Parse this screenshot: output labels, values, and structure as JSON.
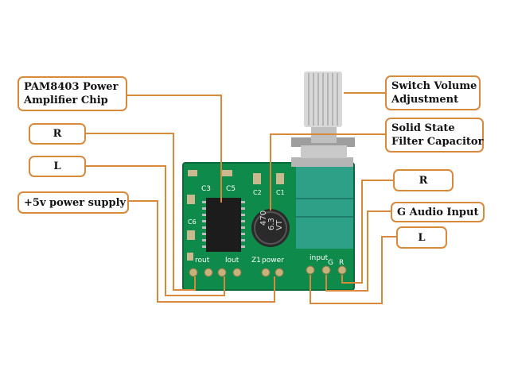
{
  "colors": {
    "callout_border": "#d9893b",
    "leader_line": "#d9893b",
    "pcb": "#0e8a4a",
    "pcb_silkscreen": "#ffffff",
    "potentiometer_body": "#2fa088",
    "capacitor": "#2a2a2a"
  },
  "callouts": {
    "chip": {
      "line1": "PAM8403 Power",
      "line2": "Amplifier Chip"
    },
    "r_left": {
      "label": "R"
    },
    "l_left": {
      "label": "L"
    },
    "power": {
      "label": "+5v power supply"
    },
    "volume": {
      "line1": "Switch Volume",
      "line2": "Adjustment"
    },
    "capacitor": {
      "line1": "Solid State",
      "line2": "Filter Capacitor"
    },
    "r_right": {
      "label": "R"
    },
    "audio_input": {
      "label": "G Audio Input"
    },
    "l_right": {
      "label": "L"
    }
  },
  "board_silkscreen": {
    "rout": "rout",
    "lout": "lout",
    "power": "power",
    "input": "input",
    "g": "G",
    "r": "R",
    "c3": "C3",
    "c5": "C5",
    "c6": "C6",
    "c2": "C2",
    "c1": "C1",
    "z1": "Z1"
  },
  "capacitor_print": {
    "value": "470",
    "voltage": "6.3",
    "series": "VT"
  },
  "icons": {
    "potentiometer": "rotary-potentiometer-icon",
    "chip": "ic-chip-icon",
    "capacitor": "electrolytic-capacitor-icon"
  }
}
